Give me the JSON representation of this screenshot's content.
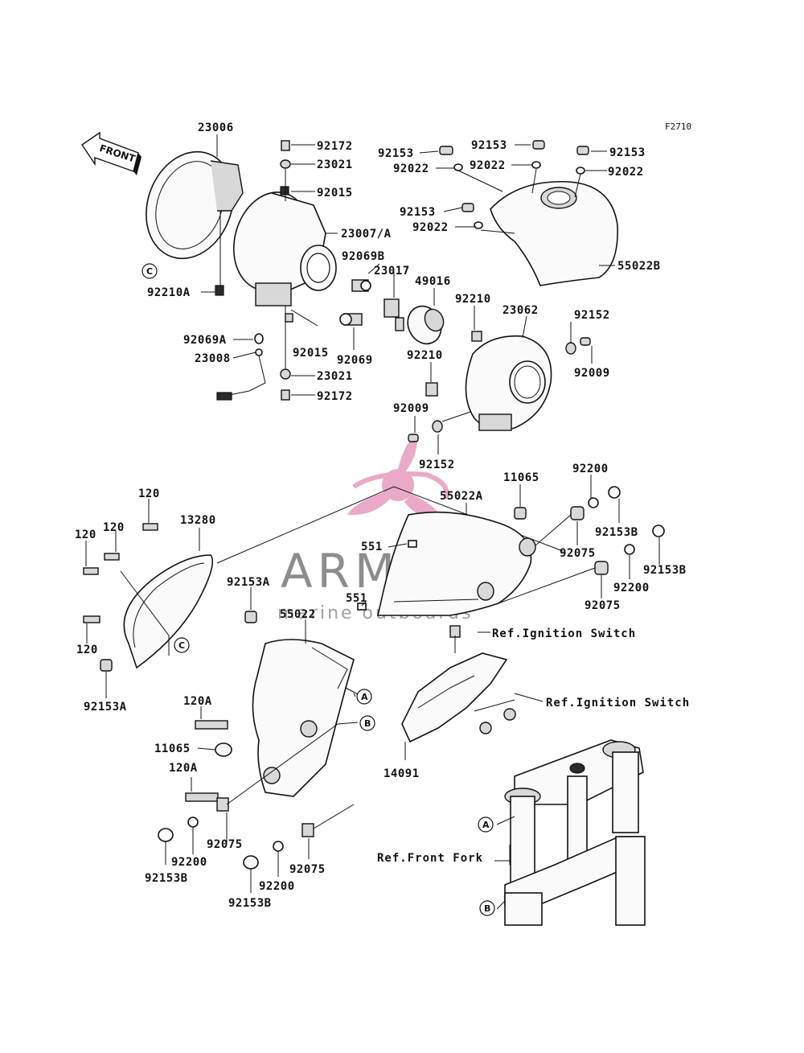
{
  "figure_id": "F2710",
  "front_label": "FRONT",
  "watermark": {
    "brand": "ARMADA",
    "tagline": "marine outboards",
    "logo_color": "#e8a0c0"
  },
  "labels": {
    "p23006": "23006",
    "p92172_top": "92172",
    "p23021_top": "23021",
    "p92015_top": "92015",
    "p23007": "23007/A",
    "p92069B": "92069B",
    "p23017": "23017",
    "p49016": "49016",
    "p92210A": "92210A",
    "p92069A": "92069A",
    "p23008": "23008",
    "p92015_bot": "92015",
    "p92069": "92069",
    "p23021_bot": "23021",
    "p92172_bot": "92172",
    "p92153_a": "92153",
    "p92022_a": "92022",
    "p92153_b": "92153",
    "p92022_b": "92022",
    "p92153_c": "92153",
    "p92022_c": "92022",
    "p92153_d": "92153",
    "p92022_d": "92022",
    "p55022B": "55022B",
    "p92210_top": "92210",
    "p23062": "23062",
    "p92152_top": "92152",
    "p92009_top": "92009",
    "p92210_bot": "92210",
    "p92009_bot": "92009",
    "p92152_bot": "92152",
    "p120_a": "120",
    "p120_b": "120",
    "p120_c": "120",
    "p120_d": "120",
    "p13280": "13280",
    "p92153A_a": "92153A",
    "p92153A_b": "92153A",
    "p55022": "55022",
    "p11065_top": "11065",
    "p55022A": "55022A",
    "p92200_top": "92200",
    "p92153B_top": "92153B",
    "p92153B_mid": "92153B",
    "p92075_top": "92075",
    "p92200_mid": "92200",
    "p92075_mid": "92075",
    "p551_a": "551",
    "p551_b": "551",
    "ref_ign_1": "Ref.Ignition Switch",
    "ref_ign_2": "Ref.Ignition Switch",
    "p120A_a": "120A",
    "p11065_bot": "11065",
    "p120A_b": "120A",
    "p14091": "14091",
    "p92075_bl": "92075",
    "p92200_bl": "92200",
    "p92153B_bl": "92153B",
    "p92075_br": "92075",
    "p92200_br": "92200",
    "p92153B_br": "92153B",
    "ref_fork": "Ref.Front Fork"
  },
  "callouts": {
    "A": "A",
    "B": "B",
    "C": "C"
  }
}
